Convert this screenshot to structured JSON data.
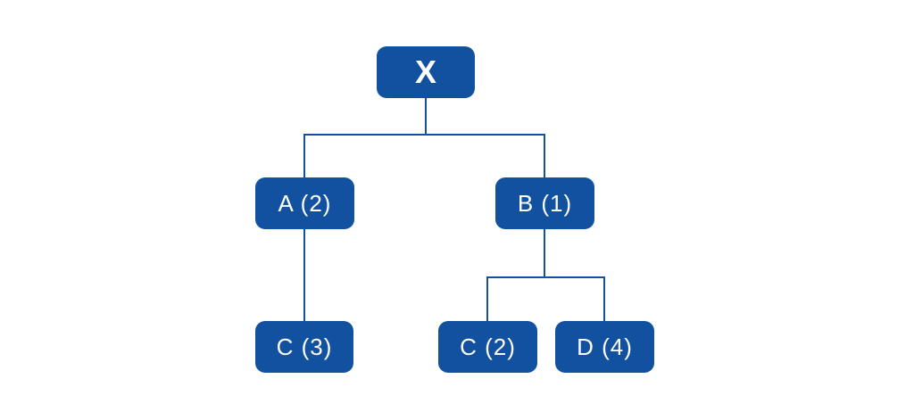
{
  "diagram": {
    "type": "tree",
    "background": "#ffffff",
    "colors": {
      "node_fill": "#11519f",
      "node_text": "#ffffff",
      "connector": "#11519f"
    },
    "nodes": {
      "root": {
        "label": "X"
      },
      "a": {
        "label": "A (2)"
      },
      "b": {
        "label": "B (1)"
      },
      "c3": {
        "label": "C (3)"
      },
      "c2": {
        "label": "C (2)"
      },
      "d4": {
        "label": "D (4)"
      }
    },
    "hierarchy": [
      {
        "parent": "X",
        "child": "A (2)"
      },
      {
        "parent": "X",
        "child": "B (1)"
      },
      {
        "parent": "A (2)",
        "child": "C (3)"
      },
      {
        "parent": "B (1)",
        "child": "C (2)"
      },
      {
        "parent": "B (1)",
        "child": "D (4)"
      }
    ]
  }
}
